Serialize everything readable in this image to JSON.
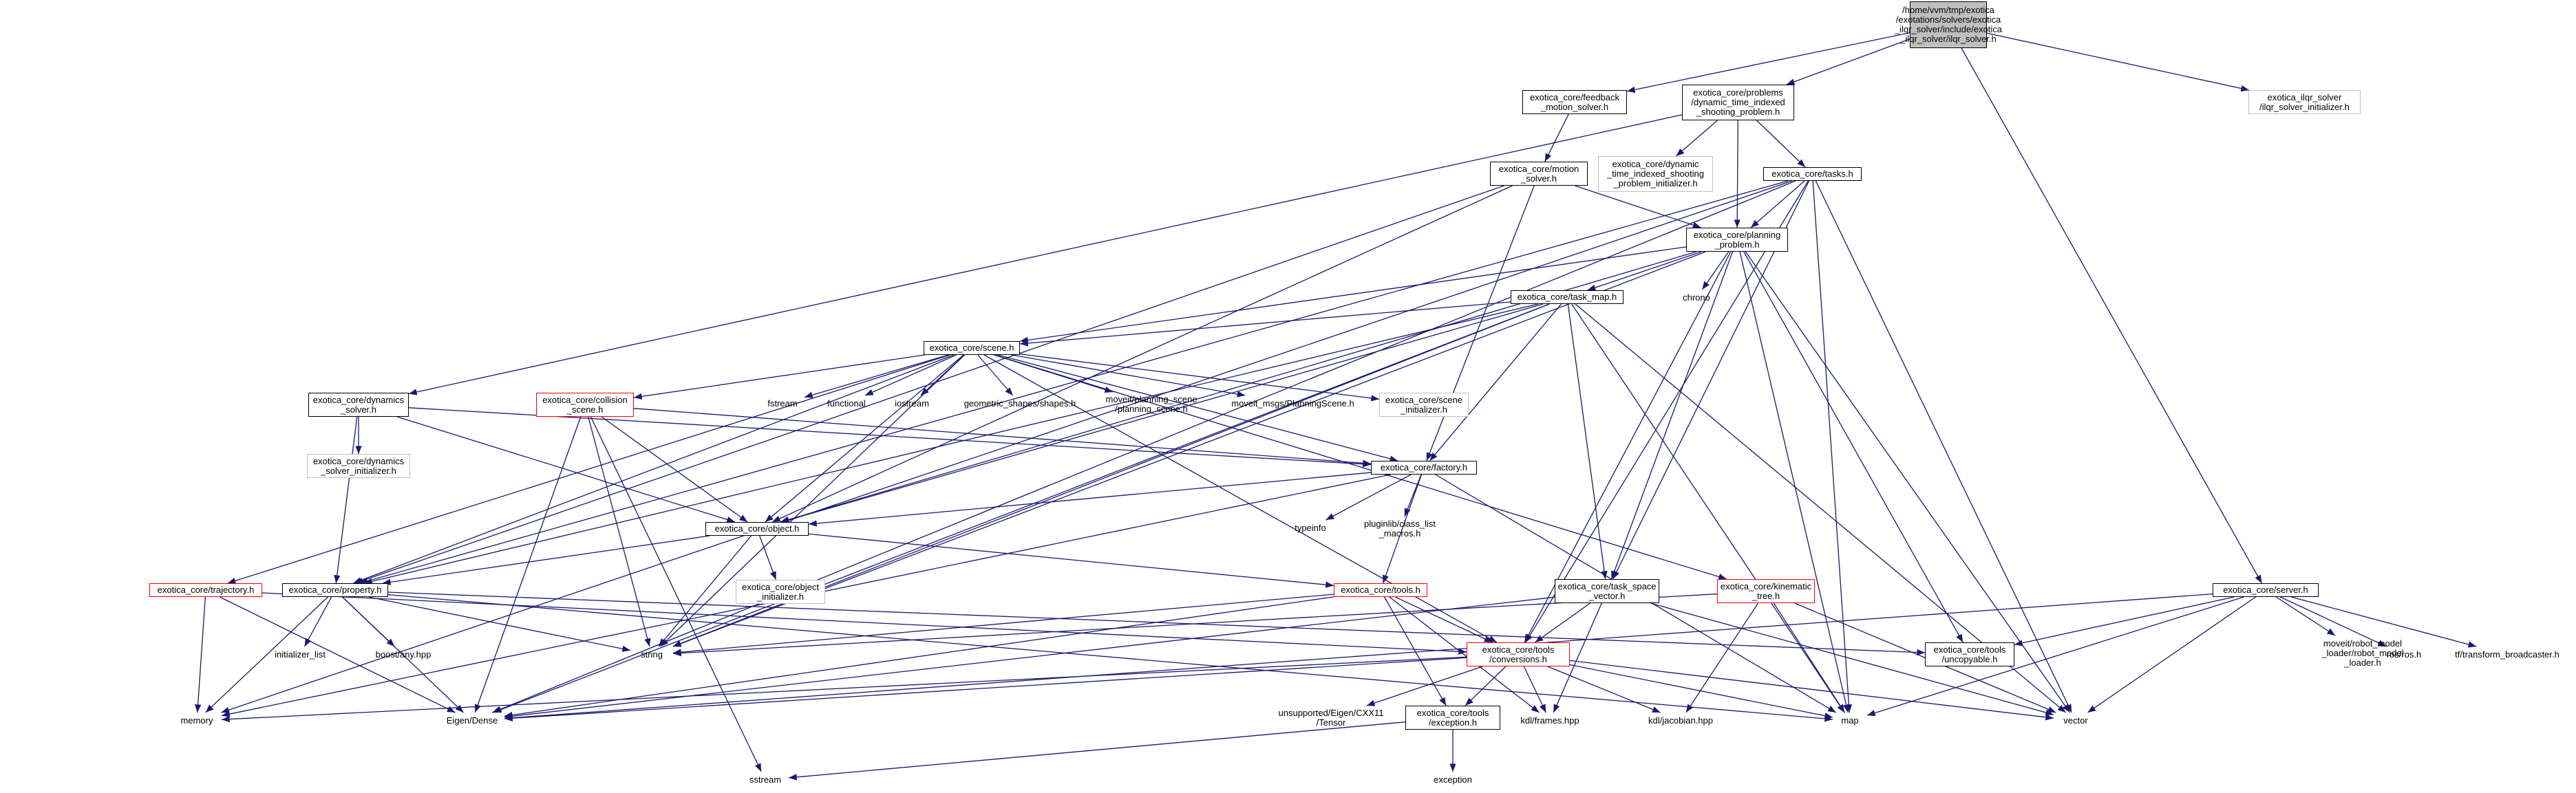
{
  "colors": {
    "edge": "#191970",
    "root_fill": "#bfbfbf",
    "border_red": "#ff0000",
    "border_grey": "#bfbfbf",
    "border_normal": "#000000"
  },
  "nodes": [
    {
      "id": "root",
      "style": "root",
      "label": "/home/vvm/tmp/exotica\n/exotations/solvers/exotica\n_ilqr_solver/include/exotica\n_ilqr_solver/ilqr_solver.h"
    },
    {
      "id": "feedback",
      "style": "normal",
      "label": "exotica_core/feedback\n_motion_solver.h"
    },
    {
      "id": "problems",
      "style": "normal",
      "label": "exotica_core/problems\n/dynamic_time_indexed\n_shooting_problem.h"
    },
    {
      "id": "ilqr_init",
      "style": "grey",
      "label": "exotica_ilqr_solver\n/ilqr_solver_initializer.h"
    },
    {
      "id": "motion_solver",
      "style": "normal",
      "label": "exotica_core/motion\n_solver.h"
    },
    {
      "id": "dyn_init",
      "style": "grey",
      "label": "exotica_core/dynamic\n_time_indexed_shooting\n_problem_initializer.h"
    },
    {
      "id": "tasks",
      "style": "normal",
      "label": "exotica_core/tasks.h"
    },
    {
      "id": "planning",
      "style": "normal",
      "label": "exotica_core/planning\n_problem.h"
    },
    {
      "id": "chrono",
      "style": "plain",
      "label": "chrono"
    },
    {
      "id": "task_map",
      "style": "normal",
      "label": "exotica_core/task_map.h"
    },
    {
      "id": "scene",
      "style": "normal",
      "label": "exotica_core/scene.h"
    },
    {
      "id": "dynamics",
      "style": "normal",
      "label": "exotica_core/dynamics\n_solver.h"
    },
    {
      "id": "collision",
      "style": "red",
      "label": "exotica_core/collision\n_scene.h"
    },
    {
      "id": "fstream",
      "style": "plain",
      "label": "fstream"
    },
    {
      "id": "functional",
      "style": "plain",
      "label": "functional"
    },
    {
      "id": "iostream",
      "style": "plain",
      "label": "iostream"
    },
    {
      "id": "geometric",
      "style": "plain",
      "label": "geometric_shapes/shapes.h"
    },
    {
      "id": "moveit_ps",
      "style": "plain",
      "label": "moveit/planning_scene\n/planning_scene.h"
    },
    {
      "id": "moveit_msgs",
      "style": "plain",
      "label": "moveit_msgs/PlanningScene.h"
    },
    {
      "id": "scene_init",
      "style": "grey",
      "label": "exotica_core/scene\n_initializer.h"
    },
    {
      "id": "dyn_solver_init",
      "style": "grey",
      "label": "exotica_core/dynamics\n_solver_initializer.h"
    },
    {
      "id": "factory",
      "style": "normal",
      "label": "exotica_core/factory.h"
    },
    {
      "id": "typeinfo",
      "style": "plain",
      "label": "typeinfo"
    },
    {
      "id": "pluginlib",
      "style": "plain",
      "label": "pluginlib/class_list\n_macros.h"
    },
    {
      "id": "object",
      "style": "normal",
      "label": "exotica_core/object.h"
    },
    {
      "id": "object_init",
      "style": "grey",
      "label": "exotica_core/object\n_initializer.h"
    },
    {
      "id": "trajectory",
      "style": "red",
      "label": "exotica_core/trajectory.h"
    },
    {
      "id": "property",
      "style": "normal",
      "label": "exotica_core/property.h"
    },
    {
      "id": "tools",
      "style": "red",
      "label": "exotica_core/tools.h"
    },
    {
      "id": "task_space",
      "style": "normal",
      "label": "exotica_core/task_space\n_vector.h"
    },
    {
      "id": "kin_tree",
      "style": "red",
      "label": "exotica_core/kinematic\n_tree.h"
    },
    {
      "id": "server",
      "style": "normal",
      "label": "exotica_core/server.h"
    },
    {
      "id": "init_list",
      "style": "plain",
      "label": "initializer_list"
    },
    {
      "id": "boost_any",
      "style": "plain",
      "label": "boost/any.hpp"
    },
    {
      "id": "string",
      "style": "plain",
      "label": "string"
    },
    {
      "id": "conversions",
      "style": "red",
      "label": "exotica_core/tools\n/conversions.h"
    },
    {
      "id": "uncopyable",
      "style": "normal",
      "label": "exotica_core/tools\n/uncopyable.h"
    },
    {
      "id": "moveit_rml",
      "style": "plain",
      "label": "moveit/robot_model\n_loader/robot_model\n_loader.h"
    },
    {
      "id": "ros",
      "style": "plain",
      "label": "ros/ros.h"
    },
    {
      "id": "tf",
      "style": "plain",
      "label": "tf/transform_broadcaster.h"
    },
    {
      "id": "memory",
      "style": "plain",
      "label": "memory"
    },
    {
      "id": "eigen",
      "style": "plain",
      "label": "Eigen/Dense"
    },
    {
      "id": "unsupported",
      "style": "plain",
      "label": "unsupported/Eigen/CXX11\n/Tensor"
    },
    {
      "id": "exception_h",
      "style": "normal",
      "label": "exotica_core/tools\n/exception.h"
    },
    {
      "id": "kdl_frames",
      "style": "plain",
      "label": "kdl/frames.hpp"
    },
    {
      "id": "kdl_jac",
      "style": "plain",
      "label": "kdl/jacobian.hpp"
    },
    {
      "id": "map",
      "style": "plain",
      "label": "map"
    },
    {
      "id": "vector",
      "style": "plain",
      "label": "vector"
    },
    {
      "id": "sstream",
      "style": "plain",
      "label": "sstream"
    },
    {
      "id": "exception",
      "style": "plain",
      "label": "exception"
    }
  ],
  "edges": [
    [
      "root",
      "feedback"
    ],
    [
      "root",
      "problems"
    ],
    [
      "root",
      "ilqr_init"
    ],
    [
      "root",
      "server"
    ],
    [
      "feedback",
      "motion_solver"
    ],
    [
      "problems",
      "dynamics"
    ],
    [
      "problems",
      "dyn_init"
    ],
    [
      "problems",
      "planning"
    ],
    [
      "problems",
      "tasks"
    ],
    [
      "motion_solver",
      "planning"
    ],
    [
      "motion_solver",
      "factory"
    ],
    [
      "motion_solver",
      "object"
    ],
    [
      "motion_solver",
      "property"
    ],
    [
      "tasks",
      "planning"
    ],
    [
      "tasks",
      "property"
    ],
    [
      "tasks",
      "memory"
    ],
    [
      "tasks",
      "eigen"
    ],
    [
      "tasks",
      "task_space"
    ],
    [
      "tasks",
      "conversions"
    ],
    [
      "tasks",
      "map"
    ],
    [
      "tasks",
      "vector"
    ],
    [
      "planning",
      "chrono"
    ],
    [
      "planning",
      "task_map"
    ],
    [
      "planning",
      "scene"
    ],
    [
      "planning",
      "object"
    ],
    [
      "planning",
      "string"
    ],
    [
      "planning",
      "task_space"
    ],
    [
      "planning",
      "conversions"
    ],
    [
      "planning",
      "uncopyable"
    ],
    [
      "planning",
      "map"
    ],
    [
      "planning",
      "vector"
    ],
    [
      "task_map",
      "scene"
    ],
    [
      "task_map",
      "factory"
    ],
    [
      "task_map",
      "property"
    ],
    [
      "task_map",
      "object"
    ],
    [
      "task_map",
      "eigen"
    ],
    [
      "task_map",
      "task_space"
    ],
    [
      "task_map",
      "string"
    ],
    [
      "task_map",
      "map"
    ],
    [
      "task_map",
      "vector"
    ],
    [
      "scene",
      "collision"
    ],
    [
      "scene",
      "fstream"
    ],
    [
      "scene",
      "functional"
    ],
    [
      "scene",
      "iostream"
    ],
    [
      "scene",
      "geometric"
    ],
    [
      "scene",
      "moveit_ps"
    ],
    [
      "scene",
      "moveit_msgs"
    ],
    [
      "scene",
      "scene_init"
    ],
    [
      "scene",
      "factory"
    ],
    [
      "scene",
      "object"
    ],
    [
      "scene",
      "property"
    ],
    [
      "scene",
      "trajectory"
    ],
    [
      "scene",
      "kin_tree"
    ],
    [
      "scene",
      "string"
    ],
    [
      "scene",
      "conversions"
    ],
    [
      "dynamics",
      "dyn_solver_init"
    ],
    [
      "dynamics",
      "factory"
    ],
    [
      "dynamics",
      "object"
    ],
    [
      "dynamics",
      "property"
    ],
    [
      "collision",
      "factory"
    ],
    [
      "collision",
      "object"
    ],
    [
      "collision",
      "string"
    ],
    [
      "collision",
      "eigen"
    ],
    [
      "collision",
      "sstream"
    ],
    [
      "factory",
      "typeinfo"
    ],
    [
      "factory",
      "pluginlib"
    ],
    [
      "factory",
      "object"
    ],
    [
      "factory",
      "tools"
    ],
    [
      "factory",
      "map"
    ],
    [
      "factory",
      "memory"
    ],
    [
      "object",
      "object_init"
    ],
    [
      "object",
      "property"
    ],
    [
      "object",
      "tools"
    ],
    [
      "object",
      "string"
    ],
    [
      "trajectory",
      "memory"
    ],
    [
      "trajectory",
      "eigen"
    ],
    [
      "trajectory",
      "conversions"
    ],
    [
      "property",
      "init_list"
    ],
    [
      "property",
      "boost_any"
    ],
    [
      "property",
      "string"
    ],
    [
      "property",
      "memory"
    ],
    [
      "property",
      "eigen"
    ],
    [
      "property",
      "uncopyable"
    ],
    [
      "property",
      "map"
    ],
    [
      "tools",
      "conversions"
    ],
    [
      "tools",
      "exception_h"
    ],
    [
      "tools",
      "string"
    ],
    [
      "tools",
      "eigen"
    ],
    [
      "tools",
      "kdl_frames"
    ],
    [
      "task_space",
      "conversions"
    ],
    [
      "task_space",
      "kdl_frames"
    ],
    [
      "task_space",
      "eigen"
    ],
    [
      "task_space",
      "vector"
    ],
    [
      "kin_tree",
      "string"
    ],
    [
      "kin_tree",
      "kdl_jac"
    ],
    [
      "kin_tree",
      "map"
    ],
    [
      "kin_tree",
      "vector"
    ],
    [
      "server",
      "uncopyable"
    ],
    [
      "server",
      "moveit_rml"
    ],
    [
      "server",
      "ros"
    ],
    [
      "server",
      "tf"
    ],
    [
      "server",
      "map"
    ],
    [
      "server",
      "vector"
    ],
    [
      "server",
      "eigen"
    ],
    [
      "conversions",
      "memory"
    ],
    [
      "conversions",
      "eigen"
    ],
    [
      "conversions",
      "unsupported"
    ],
    [
      "conversions",
      "exception_h"
    ],
    [
      "conversions",
      "kdl_frames"
    ],
    [
      "conversions",
      "kdl_jac"
    ],
    [
      "conversions",
      "map"
    ],
    [
      "conversions",
      "vector"
    ],
    [
      "exception_h",
      "sstream"
    ],
    [
      "exception_h",
      "exception"
    ]
  ]
}
